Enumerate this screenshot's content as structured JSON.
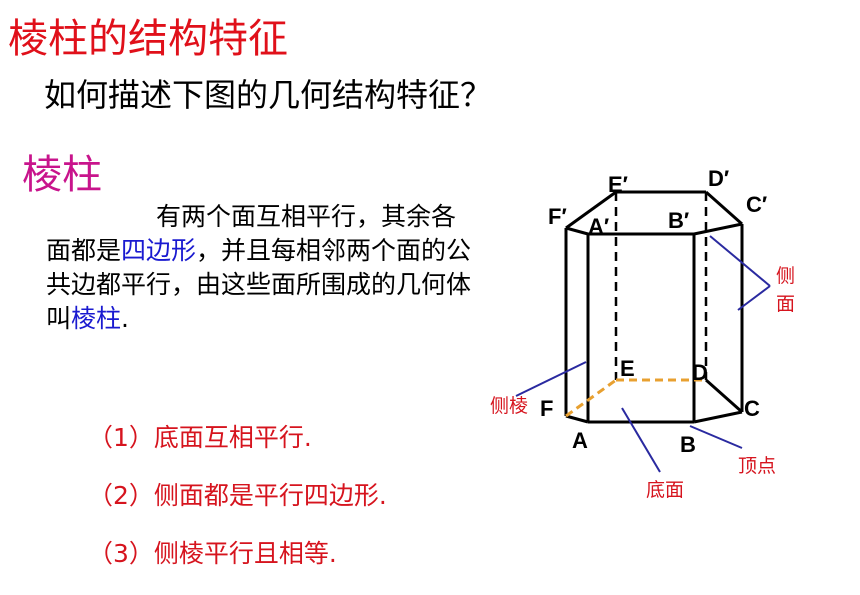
{
  "title": "棱柱的结构特征",
  "question": "如何描述下图的几何结构特征？",
  "term": "棱柱",
  "definition": {
    "part1": "有两个面互相平行，其余各面都是",
    "highlight1": "四边形",
    "part2": "，并且每相邻两个面的公共边都平行，由这些面所围成的几何体叫",
    "highlight2": "棱柱",
    "part3": "."
  },
  "properties": [
    "（1）底面互相平行.",
    "（2）侧面都是平行四边形.",
    "（3）侧棱平行且相等."
  ],
  "figure": {
    "vertex_labels": {
      "top_E": "E′",
      "top_D": "D′",
      "top_F": "F′",
      "top_A": "A′",
      "top_B": "B′",
      "top_C": "C′",
      "bot_E": "E",
      "bot_D": "D",
      "bot_F": "F",
      "bot_A": "A",
      "bot_B": "B",
      "bot_C": "C"
    },
    "annotations": {
      "lateral_face_1": "侧",
      "lateral_face_2": "面",
      "lateral_edge": "侧棱",
      "base": "底面",
      "vertex": "顶点"
    },
    "colors": {
      "edge": "#000000",
      "base_edge": "#e8a030",
      "pointer": "#2a2aa0",
      "annotation": "#d6141e"
    }
  }
}
